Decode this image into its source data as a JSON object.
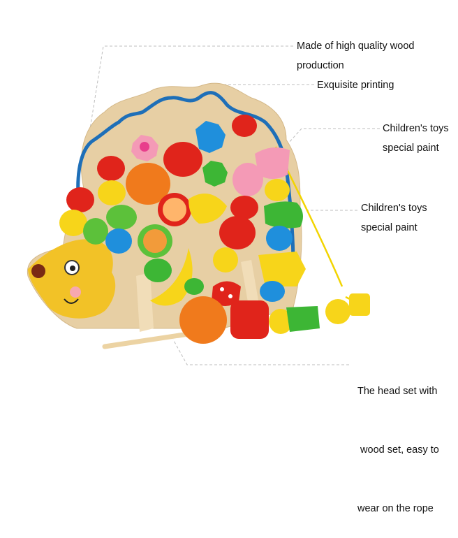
{
  "product": {
    "subject": "Wooden hedgehog lacing toy with fruit and bead pieces"
  },
  "annotations": [
    {
      "id": "wood",
      "lines": [
        "Made of high quality wood",
        "production"
      ]
    },
    {
      "id": "printing",
      "lines": [
        "Exquisite printing"
      ]
    },
    {
      "id": "paint1",
      "lines": [
        "Children's toys",
        "special paint"
      ]
    },
    {
      "id": "paint2",
      "lines": [
        "Children's toys",
        "special paint"
      ]
    },
    {
      "id": "head",
      "lines": [
        "The head set with",
        " wood set, easy to",
        "wear on the rope"
      ]
    }
  ],
  "colors": {
    "wood": "#e7cfa4",
    "wave": "#1e6fb8",
    "hedgehog_face": "#f2c227",
    "red": "#e0241b",
    "yellow": "#f7d51a",
    "green": "#3db635",
    "blue": "#1f8fdc",
    "orange": "#f07a1c",
    "pink": "#f49ab6",
    "leader": "#b5b5b5"
  }
}
